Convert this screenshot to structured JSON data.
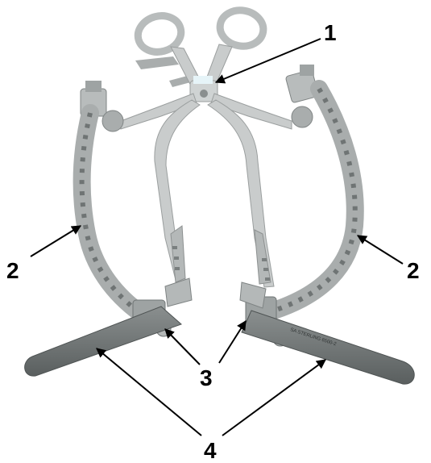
{
  "figure": {
    "callouts": [
      {
        "id": "1",
        "label": "1"
      },
      {
        "id": "2a",
        "label": "2"
      },
      {
        "id": "2b",
        "label": "2"
      },
      {
        "id": "3",
        "label": "3"
      },
      {
        "id": "4",
        "label": "4"
      }
    ],
    "blade_engraving": "SA STERLING 6500-2"
  },
  "colors": {
    "background": "#ffffff",
    "metal_light": "#c9cccc",
    "metal_mid": "#a9adad",
    "metal_dark": "#6f7474",
    "blade": "#707575",
    "ink": "#000000"
  },
  "icons": [
    "surgical-retractor-illustration",
    "arrow-icon"
  ]
}
